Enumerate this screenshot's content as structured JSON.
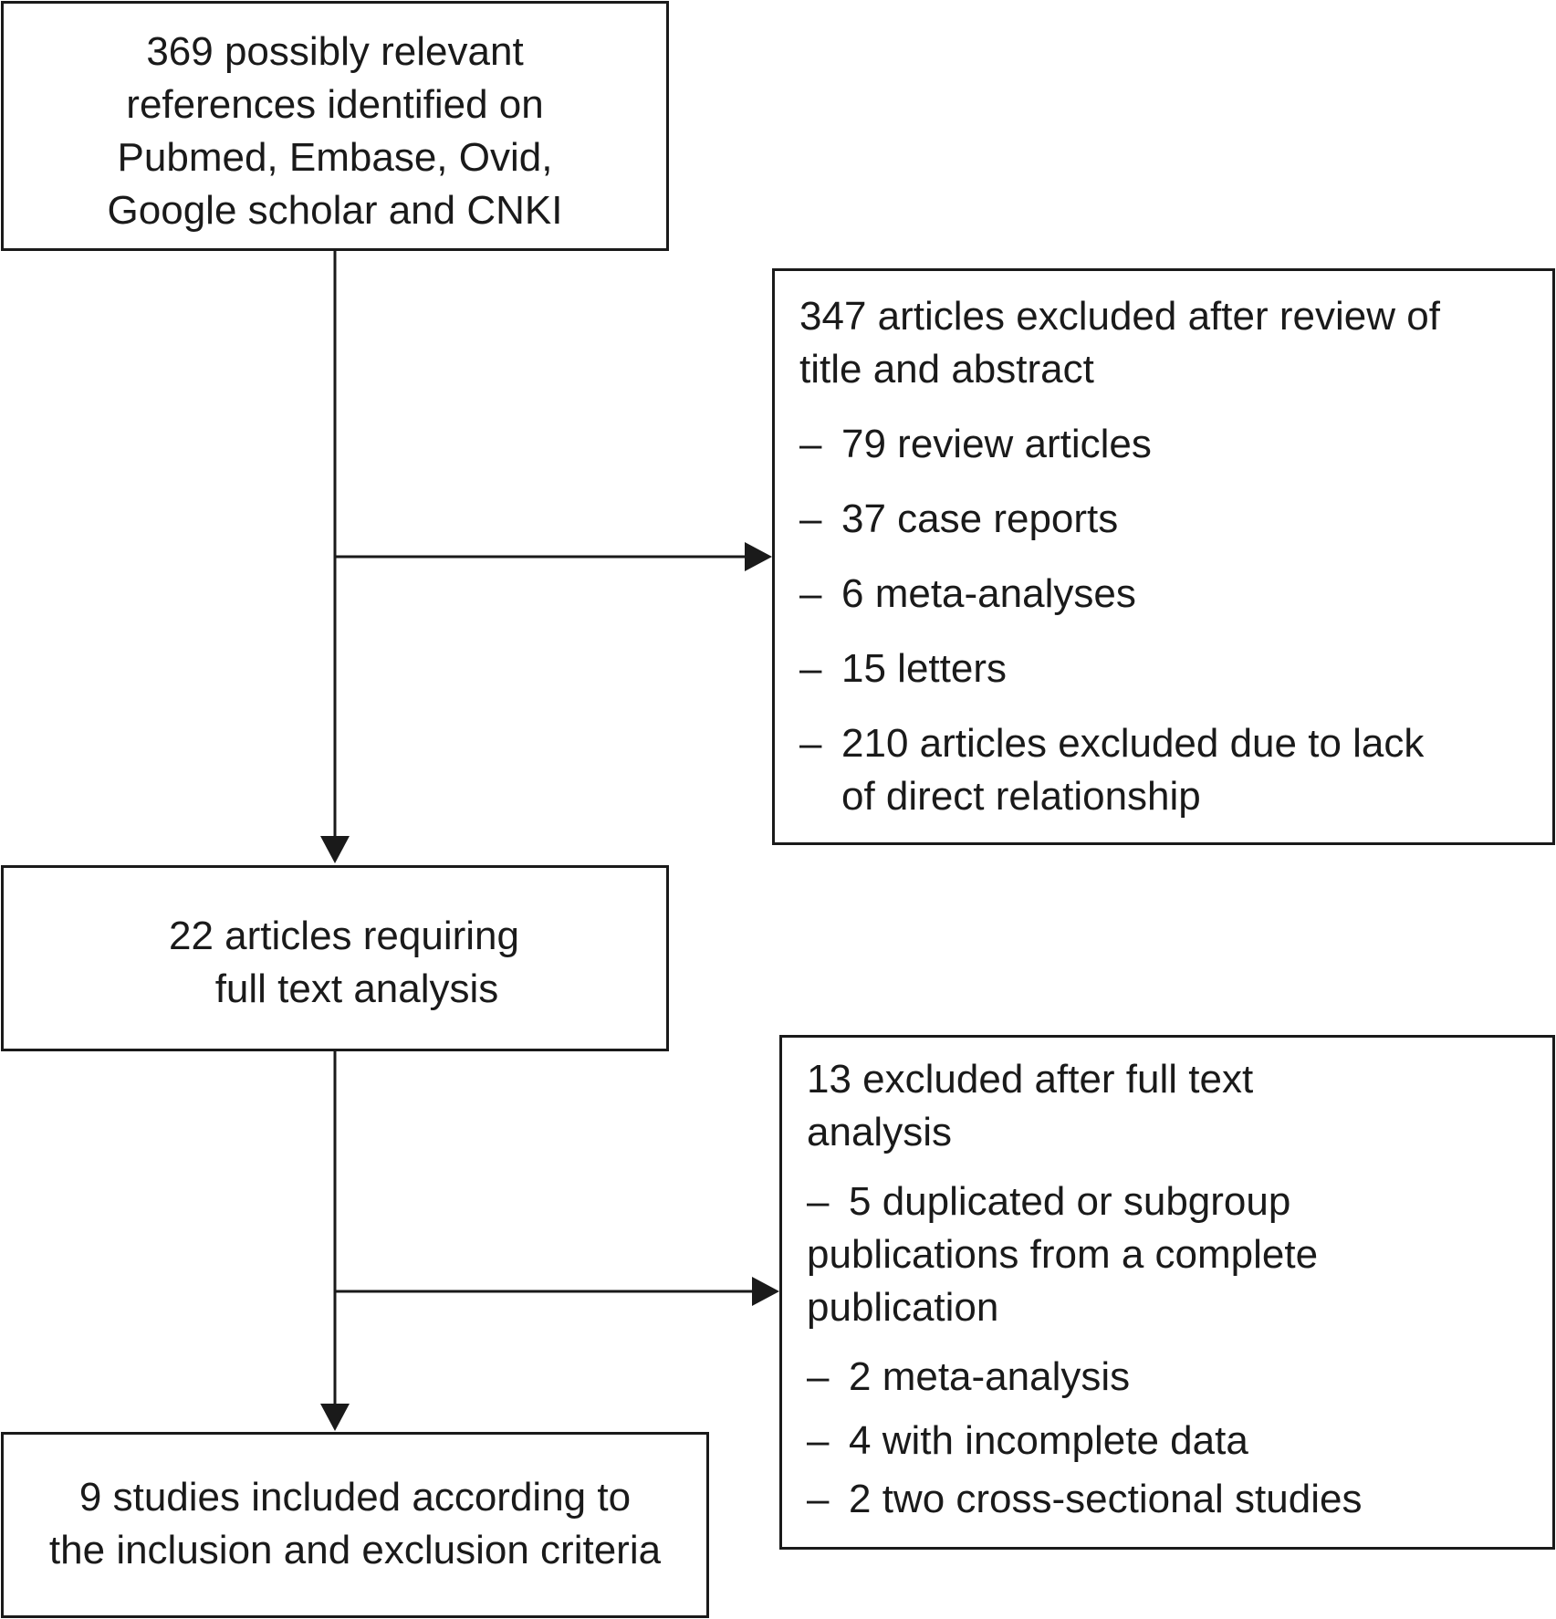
{
  "flow": {
    "identified": {
      "lines": [
        "369 possibly relevant",
        "references identified on",
        "Pubmed, Embase, Ovid,",
        "Google scholar and CNKI"
      ]
    },
    "screen_exclusions": {
      "heading": [
        "347 articles excluded after review of",
        "title and abstract"
      ],
      "dash": "–",
      "items": [
        [
          "79 review articles"
        ],
        [
          "37 case reports"
        ],
        [
          "6 meta-analyses"
        ],
        [
          "15 letters"
        ],
        [
          "210 articles excluded due to lack",
          "of direct relationship"
        ]
      ]
    },
    "full_text": {
      "lines": [
        "22 articles requiring",
        "full text analysis"
      ]
    },
    "full_text_exclusions": {
      "heading": [
        "13 excluded after full text",
        "analysis"
      ],
      "dash": "–",
      "items": [
        [
          "5 duplicated or subgroup",
          "publications from a complete",
          "publication"
        ],
        [
          "2 meta-analysis"
        ],
        [
          "4 with incomplete data"
        ],
        [
          "2 two cross-sectional studies"
        ]
      ]
    },
    "included": {
      "lines": [
        "9 studies included according to",
        "the inclusion and exclusion criteria"
      ]
    }
  },
  "colors": {
    "line": "#1a1a1a",
    "background": "#ffffff"
  }
}
